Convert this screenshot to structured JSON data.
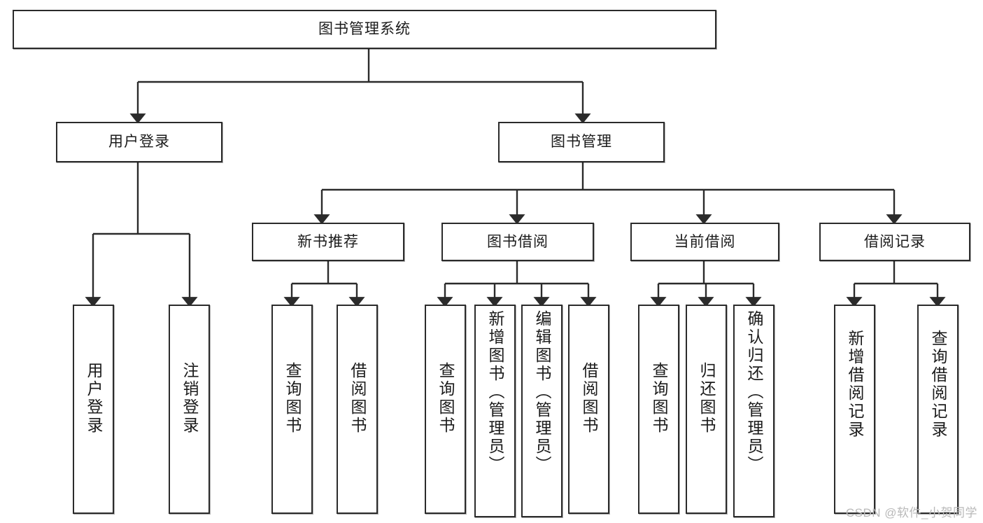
{
  "diagram": {
    "type": "tree-hierarchy-chart",
    "title": "图书管理系统",
    "colors": {
      "stroke": "#2b2b2b",
      "box_fill": "#ffffff",
      "text": "#1b1b1b",
      "watermark": "#b9b9b9",
      "background": "#ffffff"
    },
    "root": {
      "label": "图书管理系统"
    },
    "level2": [
      {
        "label": "用户登录"
      },
      {
        "label": "图书管理"
      }
    ],
    "level3": [
      {
        "label": "新书推荐"
      },
      {
        "label": "图书借阅"
      },
      {
        "label": "当前借阅"
      },
      {
        "label": "借阅记录"
      }
    ],
    "leaves": {
      "user_login": [
        {
          "label": "用户登录"
        },
        {
          "label": "注销登录"
        }
      ],
      "new_book_recommend": [
        {
          "label": "查询图书"
        },
        {
          "label": "借阅图书"
        }
      ],
      "book_borrow": [
        {
          "label": "查询图书"
        },
        {
          "label": "新增图书（管理员）"
        },
        {
          "label": "编辑图书（管理员）"
        },
        {
          "label": "借阅图书"
        }
      ],
      "current_borrow": [
        {
          "label": "查询图书"
        },
        {
          "label": "归还图书"
        },
        {
          "label": "确认归还（管理员）"
        }
      ],
      "borrow_record": [
        {
          "label": "新增借阅记录"
        },
        {
          "label": "查询借阅记录"
        }
      ]
    },
    "watermark": "CSDN @软件_小贺同学"
  }
}
